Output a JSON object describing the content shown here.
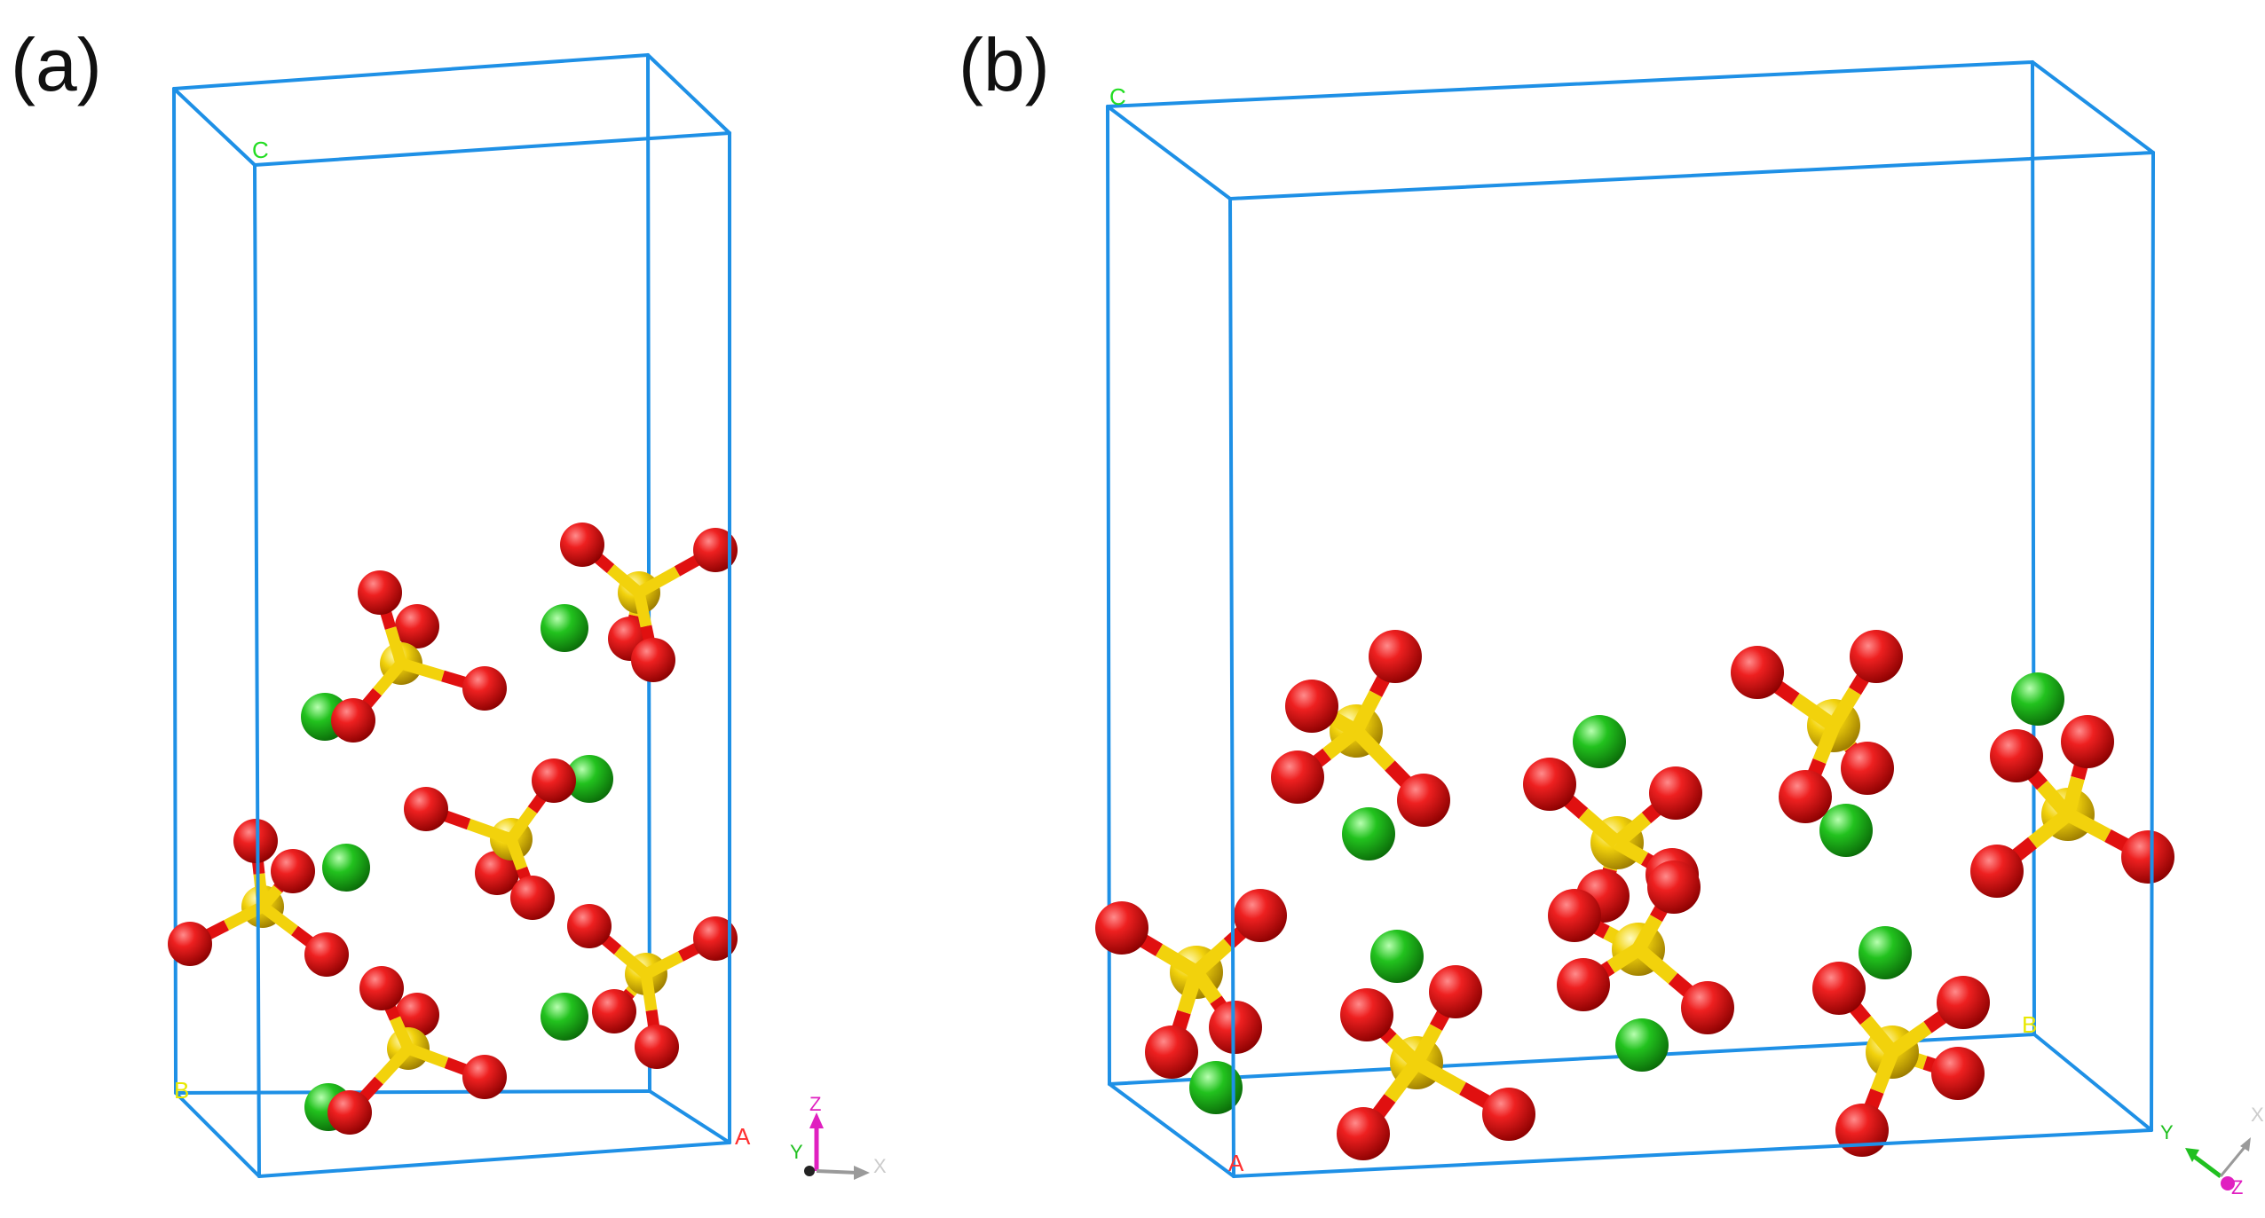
{
  "panels": [
    {
      "label": "(a)",
      "cell_labels": {
        "a": "A",
        "b": "B",
        "c": "C"
      },
      "triad_labels": {
        "z": "Z",
        "y": "Y",
        "x": "X"
      }
    },
    {
      "label": "(b)",
      "cell_labels": {
        "a": "A",
        "b": "B",
        "c": "C"
      },
      "triad_labels": {
        "y": "Y",
        "x": "X",
        "z": "Z"
      }
    }
  ],
  "colors": {
    "cell_edge": "#1e90e6",
    "sulfur": "#f2d20c",
    "oxygen": "#e01010",
    "chlorine_like": "#22c21e",
    "label_red": "#ff3030",
    "label_yellow": "#e8e800",
    "label_green": "#22dd22",
    "triad_magenta": "#e020c0",
    "triad_green": "#20c020",
    "triad_gray": "#9a9a9a"
  }
}
